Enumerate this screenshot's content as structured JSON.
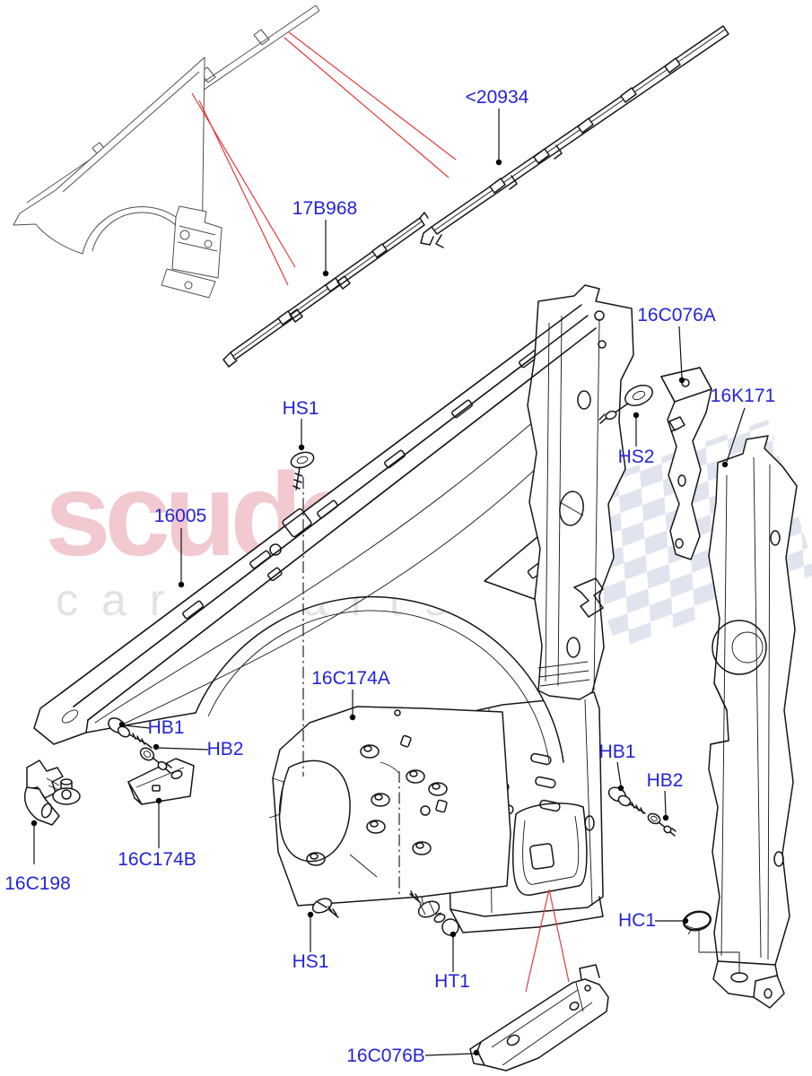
{
  "diagram": {
    "title": "Front fender and dash panel exploded parts diagram",
    "watermark": {
      "brand": "scuderia",
      "subtext": "car parts"
    },
    "labels": [
      {
        "id": "20934",
        "text": "<20934"
      },
      {
        "id": "17b968",
        "text": "17B968"
      },
      {
        "id": "16c076a",
        "text": "16C076A"
      },
      {
        "id": "16k171",
        "text": "16K171"
      },
      {
        "id": "hs1-top",
        "text": "HS1"
      },
      {
        "id": "hs2",
        "text": "HS2"
      },
      {
        "id": "16005",
        "text": "16005"
      },
      {
        "id": "16c174a",
        "text": "16C174A"
      },
      {
        "id": "hb1-left",
        "text": "HB1"
      },
      {
        "id": "hb2-left",
        "text": "HB2"
      },
      {
        "id": "16c174b",
        "text": "16C174B"
      },
      {
        "id": "16c198",
        "text": "16C198"
      },
      {
        "id": "hb1-right",
        "text": "HB1"
      },
      {
        "id": "hb2-right",
        "text": "HB2"
      },
      {
        "id": "hc1",
        "text": "HC1"
      },
      {
        "id": "hs1-bottom",
        "text": "HS1"
      },
      {
        "id": "ht1",
        "text": "HT1"
      },
      {
        "id": "16c076b",
        "text": "16C076B"
      }
    ],
    "colors": {
      "label_blue": "#2424d8",
      "leader_red": "#e23b3d",
      "line_black": "#161616",
      "watermark_pink": "#f1c9cf",
      "watermark_gray": "#e2e2e2",
      "checker_blue": "#dfe4ee"
    }
  }
}
